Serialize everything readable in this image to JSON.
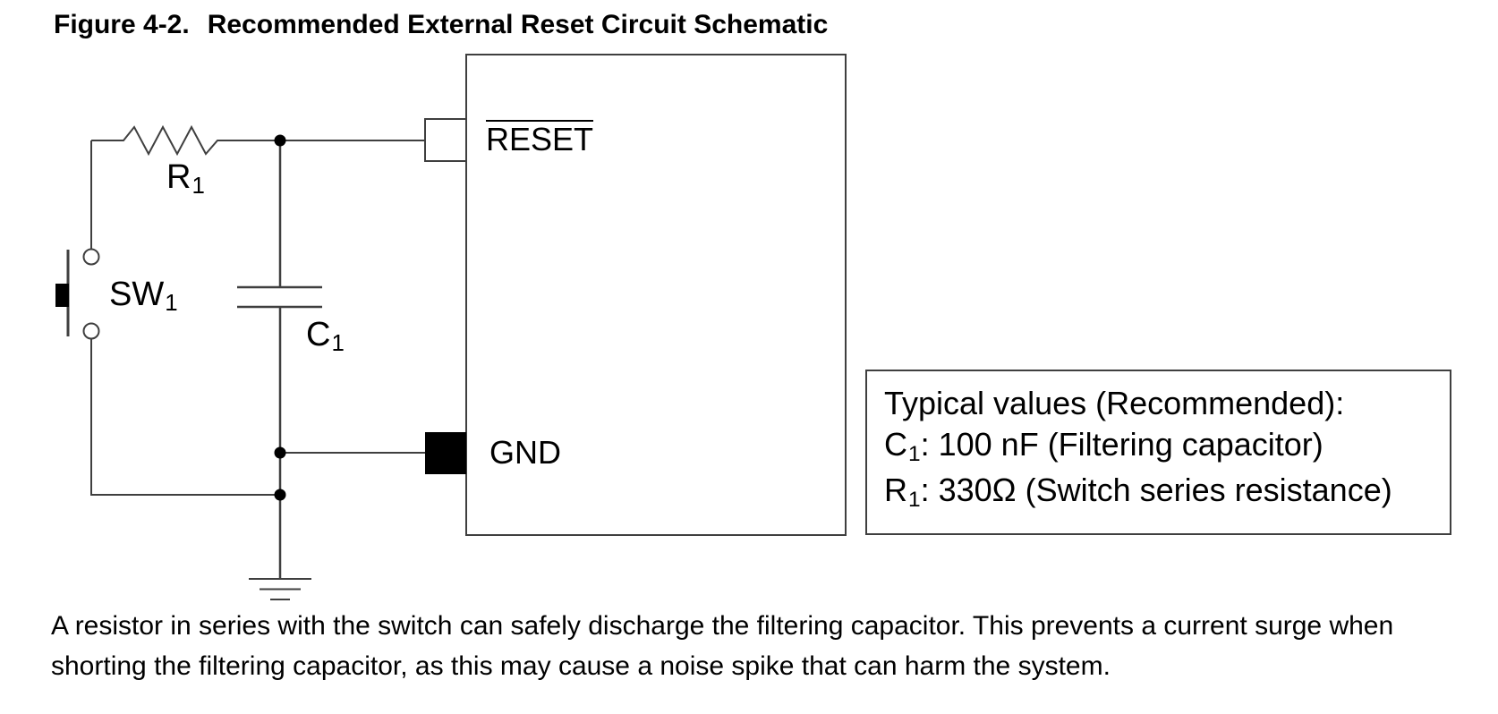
{
  "colors": {
    "line": "#3f3f3f",
    "ink": "#000000",
    "background": "#ffffff"
  },
  "figure": {
    "label": "Figure 4-2.",
    "title": "Recommended External Reset Circuit Schematic"
  },
  "schematic": {
    "components": {
      "resistor": {
        "ref": "R",
        "sub": "1"
      },
      "switch": {
        "ref": "SW",
        "sub": "1"
      },
      "capacitor": {
        "ref": "C",
        "sub": "1"
      }
    },
    "ic": {
      "reset_pin_label": "RESET",
      "reset_active_low_overline": true,
      "gnd_pin_label": "GND"
    }
  },
  "typical_values_box": {
    "heading": "Typical values (Recommended):",
    "entries": [
      {
        "ref": "C",
        "sub": "1",
        "text": ": 100 nF (Filtering capacitor)"
      },
      {
        "ref": "R",
        "sub": "1",
        "text": ": 330Ω (Switch series resistance)"
      }
    ]
  },
  "caption": {
    "lines": [
      "A resistor in series with the switch can safely discharge the filtering capacitor. This prevents a current surge when",
      "shorting the filtering capacitor, as this may cause a noise spike that can harm the system."
    ]
  }
}
